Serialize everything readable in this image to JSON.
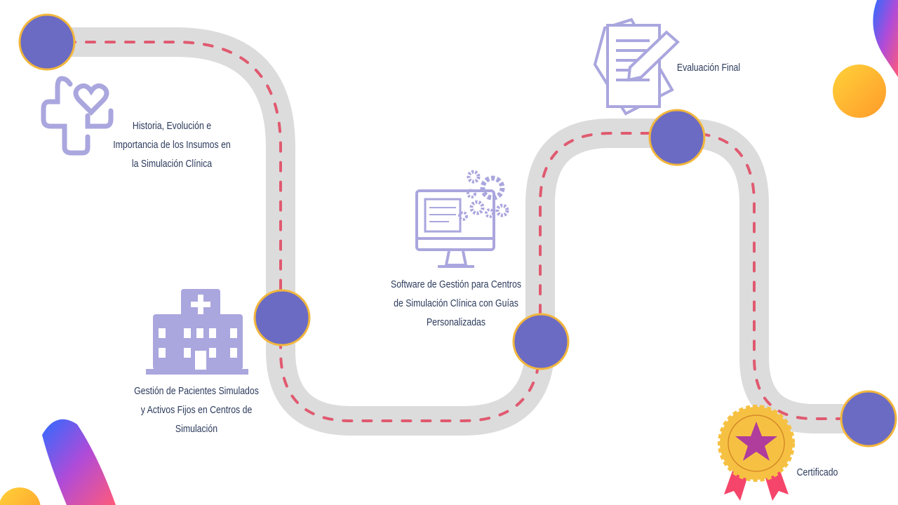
{
  "steps": [
    {
      "label_lines": [
        "Historia, Evolución e",
        "Importancia de los Insumos en",
        "la Simulación Clínica"
      ],
      "icon": "medical-cross-heart-icon"
    },
    {
      "label_lines": [
        "Gestión de Pacientes Simulados",
        "y Activos Fijos en Centros de",
        "Simulación"
      ],
      "icon": "hospital-icon"
    },
    {
      "label_lines": [
        "Software de Gestión para Centros",
        "de Simulación Clínica con Guías",
        "Personalizadas"
      ],
      "icon": "computer-gears-icon"
    },
    {
      "label_lines": [
        "Evaluación Final"
      ],
      "icon": "document-pencil-icon"
    },
    {
      "label_lines": [
        "Certificado"
      ],
      "icon": "award-badge-icon"
    }
  ],
  "colors": {
    "road": "#dcdcdc",
    "dash": "#e05a70",
    "milestone": "#6b6bc4",
    "milestone_ring": "#f2b63c",
    "icon": "#aaa6de",
    "text": "#2b3a5c"
  }
}
